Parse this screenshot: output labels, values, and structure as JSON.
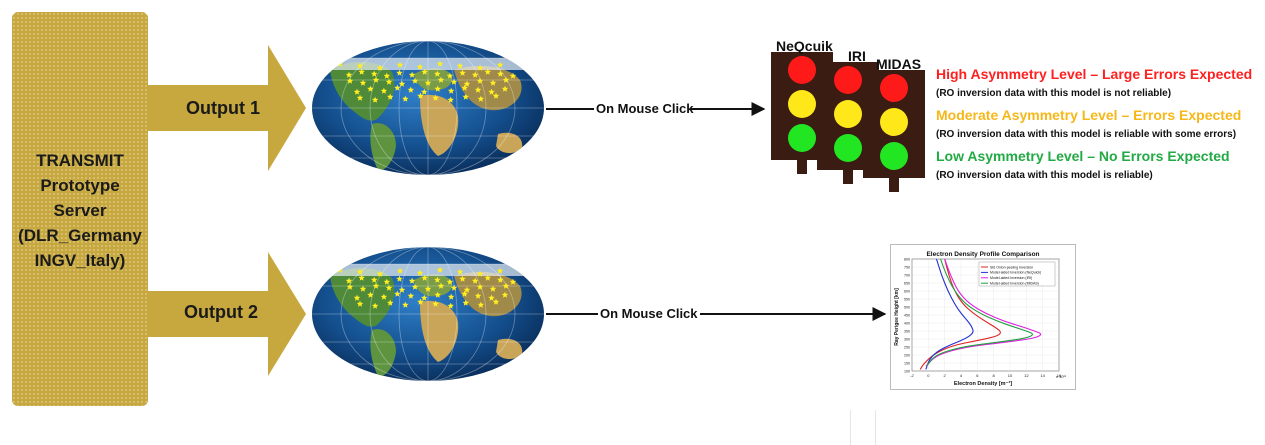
{
  "server": {
    "lines": [
      "TRANSMIT",
      "Prototype",
      "Server",
      "(DLR_Germany",
      "INGV_Italy)"
    ]
  },
  "outputs": [
    {
      "label": "Output 1",
      "action": "On Mouse Click"
    },
    {
      "label": "Output 2",
      "action": "On Mouse Click"
    }
  ],
  "traffic_lights": {
    "models": [
      "NeQcuik",
      "IRI",
      "MIDAS"
    ],
    "colors": {
      "red": "#ff1a1a",
      "yellow": "#ffe81a",
      "green": "#22e622",
      "housing": "#3a1c12"
    }
  },
  "asymmetry_levels": [
    {
      "title": "High Asymmetry Level – Large Errors Expected",
      "note": "(RO inversion data with this model is not reliable)",
      "color": "#ff2020"
    },
    {
      "title": "Moderate Asymmetry Level – Errors Expected",
      "note": "(RO inversion data with this model is reliable with some errors)",
      "color": "#f5b818"
    },
    {
      "title": "Low Asymmetry Level – No Errors Expected",
      "note": "(RO inversion data with this model is reliable)",
      "color": "#22aa44"
    }
  ],
  "plot": {
    "title": "Electron Density Profile Comparison",
    "xlabel": "Electron Density [m⁻³]",
    "ylabel": "Ray Perigee Height [km]",
    "x_multiplier": "x 10¹¹",
    "legend": [
      {
        "name": "Std Onion-peeling Inversion",
        "color": "#e02020"
      },
      {
        "name": "Model-aided Inversion (NeQuick)",
        "color": "#2030d0"
      },
      {
        "name": "Model-aided Inversion (IRI)",
        "color": "#e020e0"
      },
      {
        "name": "Model-aided Inversion (MIDAS)",
        "color": "#20a040"
      }
    ]
  },
  "chart_data": {
    "type": "line",
    "title": "Electron Density Profile Comparison",
    "xlabel": "Electron Density [m⁻³]",
    "ylabel": "Ray Perigee Height [km]",
    "xlim": [
      -2,
      16
    ],
    "ylim": [
      100,
      800
    ],
    "x_ticks": [
      -2,
      0,
      2,
      4,
      6,
      8,
      10,
      12,
      14,
      16
    ],
    "y_ticks": [
      100,
      150,
      200,
      250,
      300,
      350,
      400,
      450,
      500,
      550,
      600,
      650,
      700,
      750,
      800
    ],
    "series": [
      {
        "name": "Std Onion-peeling Inversion",
        "color": "#e02020",
        "x": [
          2.0,
          2.5,
          3.2,
          4.2,
          5.5,
          7.0,
          8.3,
          9.0,
          8.3,
          6.0,
          3.0,
          0.8,
          -0.5,
          -1.0
        ],
        "y": [
          800,
          700,
          600,
          520,
          460,
          410,
          370,
          340,
          315,
          290,
          260,
          210,
          150,
          110
        ]
      },
      {
        "name": "Model-aided Inversion (NeQuick)",
        "color": "#2030d0",
        "x": [
          1.0,
          1.6,
          2.4,
          3.2,
          4.0,
          4.7,
          5.3,
          5.6,
          4.5,
          2.5,
          1.0,
          0.1,
          -0.3
        ],
        "y": [
          800,
          700,
          600,
          520,
          460,
          420,
          380,
          340,
          300,
          260,
          220,
          170,
          110
        ]
      },
      {
        "name": "Model-aided Inversion (IRI)",
        "color": "#e020e0",
        "x": [
          2.0,
          2.7,
          3.6,
          5.0,
          7.0,
          9.3,
          11.6,
          13.0,
          14.0,
          13.0,
          9.5,
          4.5,
          1.0,
          -0.3
        ],
        "y": [
          800,
          700,
          600,
          520,
          460,
          410,
          375,
          350,
          330,
          305,
          280,
          250,
          200,
          130
        ]
      },
      {
        "name": "Model-aided Inversion (MIDAS)",
        "color": "#20a040",
        "x": [
          1.5,
          2.2,
          3.2,
          4.5,
          6.3,
          8.5,
          10.5,
          12.0,
          13.0,
          12.0,
          8.5,
          4.0,
          0.8,
          -0.2
        ],
        "y": [
          800,
          700,
          600,
          520,
          460,
          410,
          375,
          350,
          330,
          305,
          280,
          250,
          200,
          130
        ]
      }
    ]
  }
}
